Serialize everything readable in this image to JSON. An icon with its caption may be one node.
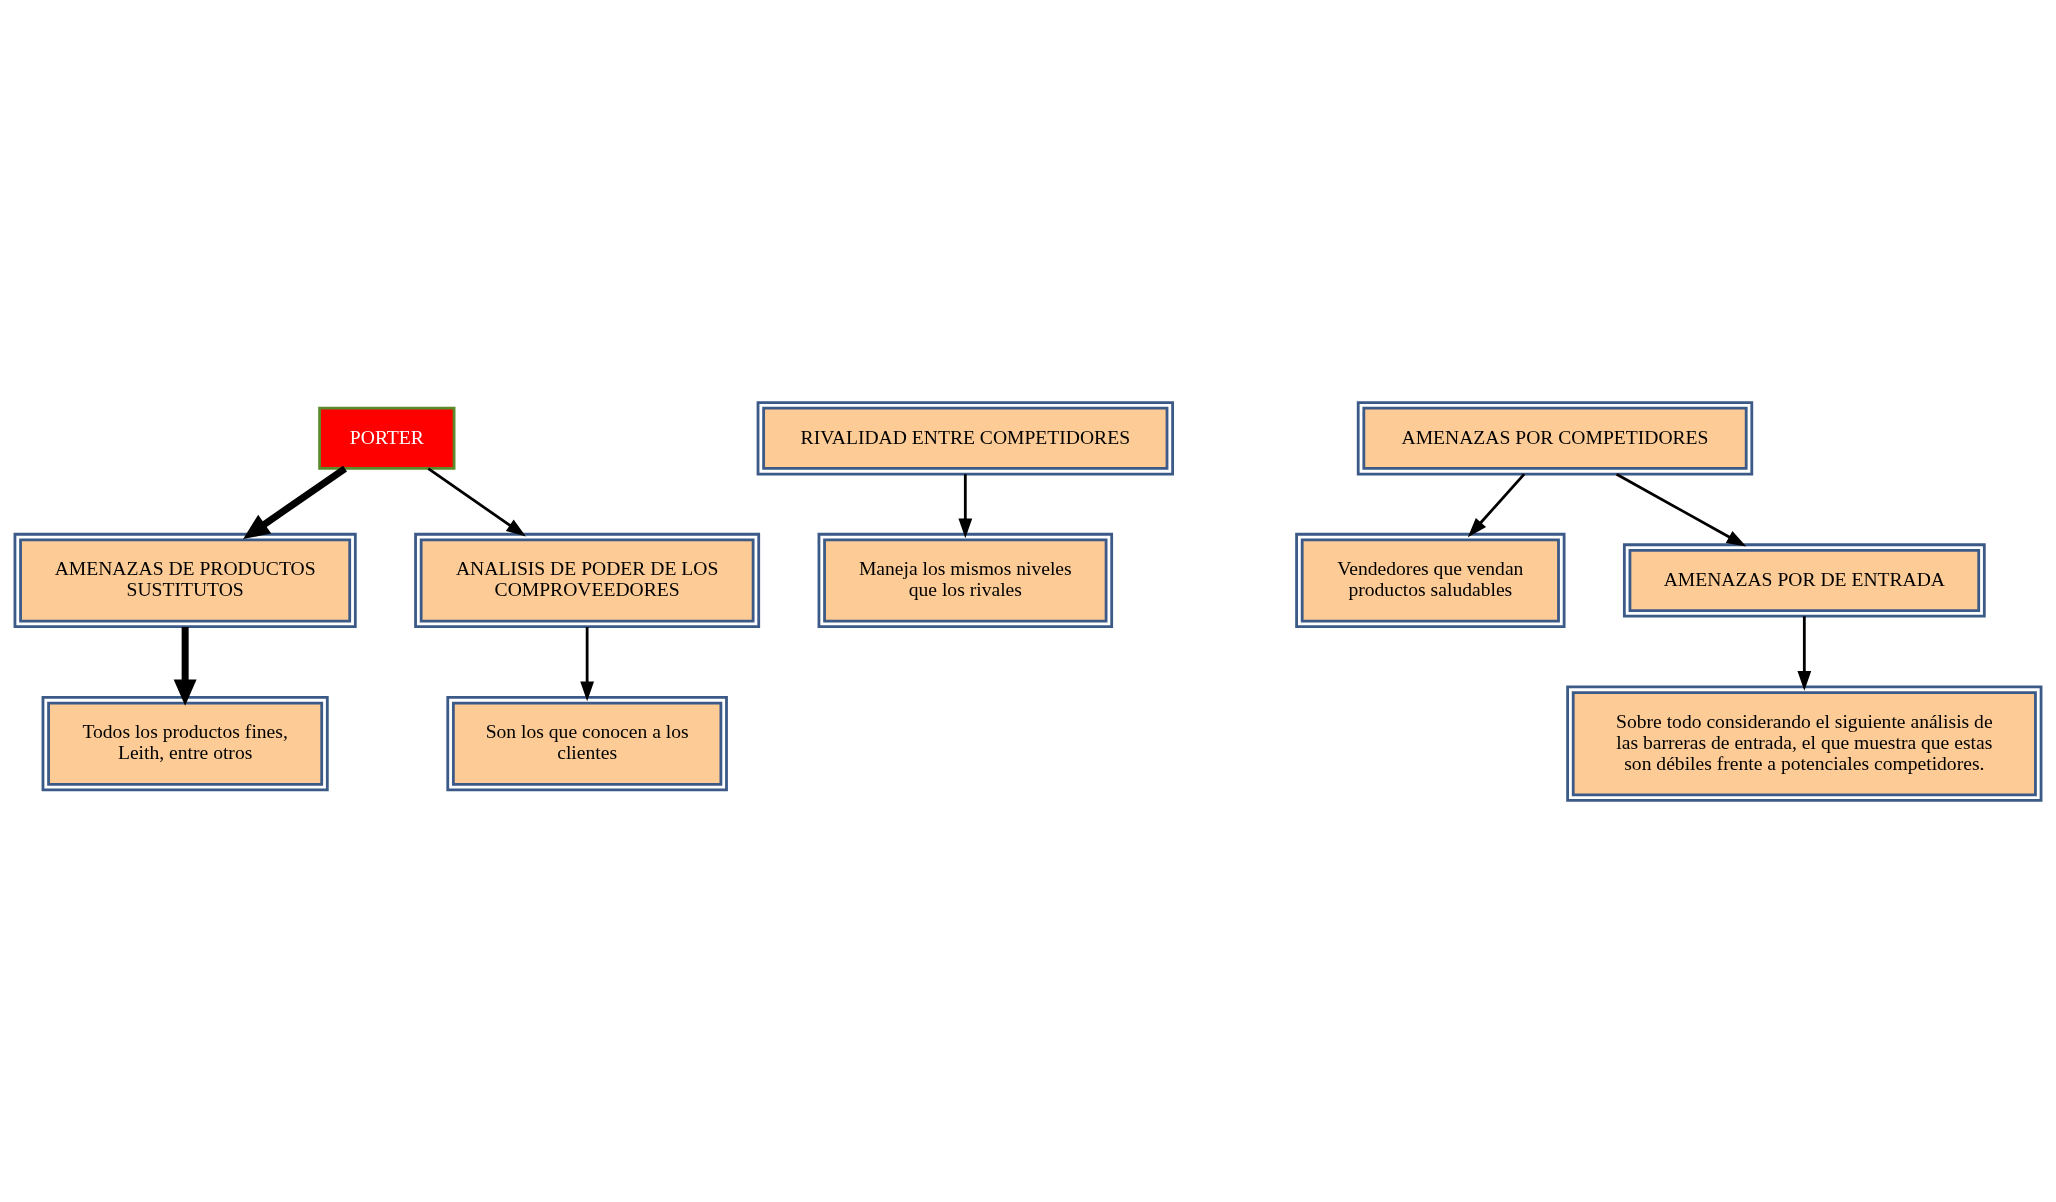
{
  "diagram": {
    "nodes": [
      {
        "text": [
          "PORTER"
        ]
      },
      {
        "text": [
          "AMENAZAS DE PRODUCTOS SUSTITUTOS"
        ]
      },
      {
        "text": [
          "Todos los productos fines, Leith, entre otros"
        ]
      },
      {
        "text": [
          "RIVALIDAD ENTRE COMPETIDORES"
        ]
      },
      {
        "text": [
          "Maneja los mismos niveles que los rivales"
        ]
      },
      {
        "text": [
          "AMENAZAS POR COMPETIDORES"
        ]
      },
      {
        "text": [
          "Vendedores que vendan productos saludables"
        ]
      },
      {
        "text": [
          "AMENAZAS POR DE ENTRADA"
        ]
      },
      {
        "text": [
          "Sobre todo considerando el siguiente análisis de las barreras de entrada, el que muestra que estas son débiles frente a potenciales competidores."
        ]
      },
      {
        "text": [
          "ANALISIS DE PODER DE LOS COMPROVEEDORES"
        ]
      },
      {
        "text": [
          "Son los que conocen a los clientes"
        ]
      }
    ],
    "edges": [
      {
        "from": 0,
        "to": 1,
        "arrow": "to",
        "style": "thick"
      },
      {
        "from": 1,
        "to": 2,
        "arrow": "to",
        "style": "thick"
      },
      {
        "from": 3,
        "to": 4,
        "arrow": "to"
      },
      {
        "from": 5,
        "to": 6,
        "arrow": "to"
      },
      {
        "from": 5,
        "to": 7,
        "arrow": "to"
      },
      {
        "from": 7,
        "to": 8,
        "arrow": "to"
      },
      {
        "from": 0,
        "to": 9,
        "arrow": "to"
      },
      {
        "from": 9,
        "to": 10,
        "arrow": "to"
      }
    ]
  }
}
